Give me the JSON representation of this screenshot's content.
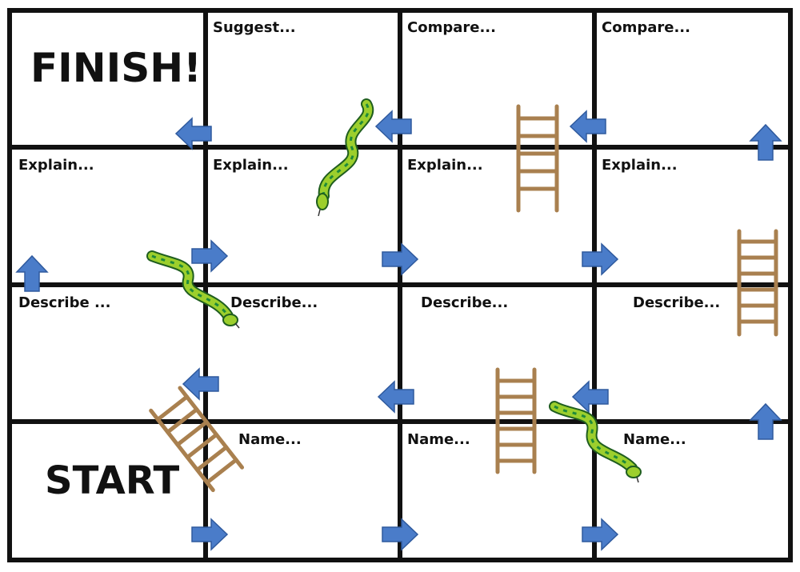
{
  "board": {
    "finish_label": "FINISH!",
    "start_label": "START",
    "row1": [
      "Suggest...",
      "Compare...",
      "Compare..."
    ],
    "row2": [
      "Explain...",
      "Explain...",
      "Explain...",
      "Explain..."
    ],
    "row3": [
      "Describe ...",
      "Describe...",
      "Describe...",
      "Describe..."
    ],
    "row4": [
      "Name...",
      "Name...",
      "Name..."
    ]
  },
  "colors": {
    "grid": "#111111",
    "arrow": "#4a7cc9",
    "ladder": "#a9804f",
    "snake": "#9ccf2d",
    "snake_stripe": "#1f8a3a"
  },
  "icons": {
    "arrow": "arrow-icon",
    "ladder": "ladder-icon",
    "snake": "snake-icon"
  }
}
